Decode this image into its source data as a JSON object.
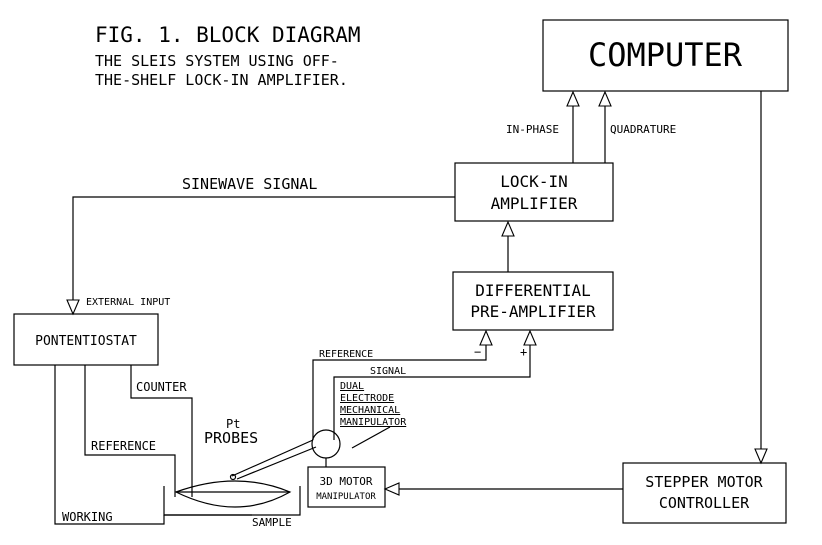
{
  "title": {
    "line1": "FIG. 1. BLOCK DIAGRAM",
    "line2": "THE SLEIS SYSTEM USING OFF-",
    "line3": "THE-SHELF LOCK-IN AMPLIFIER."
  },
  "blocks": {
    "computer": "COMPUTER",
    "lockin_line1": "LOCK-IN",
    "lockin_line2": "AMPLIFIER",
    "diff_line1": "DIFFERENTIAL",
    "diff_line2": "PRE-AMPLIFIER",
    "potentiostat": "PONTENTIOSTAT",
    "motor_line1": "3D MOTOR",
    "motor_line2": "MANIPULATOR",
    "stepper_line1": "STEPPER MOTOR",
    "stepper_line2": "CONTROLLER"
  },
  "labels": {
    "in_phase": "IN-PHASE",
    "quadrature": "QUADRATURE",
    "sinewave": "SINEWAVE SIGNAL",
    "external_input": "EXTERNAL INPUT",
    "reference_top": "REFERENCE",
    "minus": "−",
    "plus": "+",
    "signal": "SIGNAL",
    "dual1": "DUAL",
    "dual2": "ELECTRODE",
    "dual3": "MECHANICAL",
    "dual4": "MANIPULATOR",
    "counter": "COUNTER",
    "pt": "Pt",
    "probes": "PROBES",
    "reference_left": "REFERENCE",
    "working": "WORKING",
    "sample": "SAMPLE"
  }
}
